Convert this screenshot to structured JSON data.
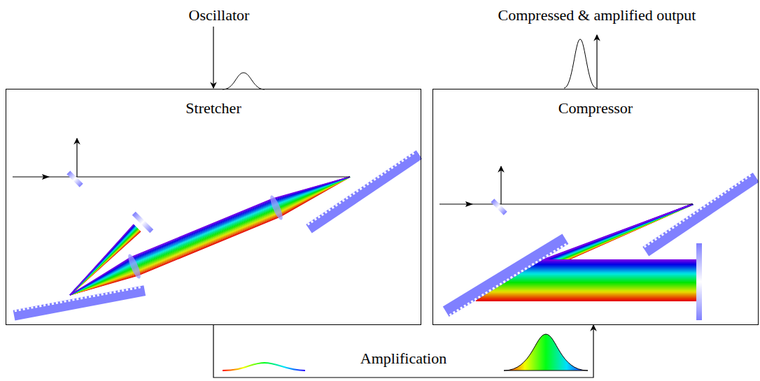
{
  "diagram": {
    "nodes": [
      {
        "text": [
          "Stretcher"
        ]
      },
      {
        "text": [
          "Compressor"
        ]
      }
    ],
    "edges": [
      {
        "from": 0,
        "to": 1,
        "arrow": "to",
        "label": "Amplification"
      }
    ],
    "labels": [
      "Oscillator",
      "Compressed & amplified output"
    ]
  }
}
